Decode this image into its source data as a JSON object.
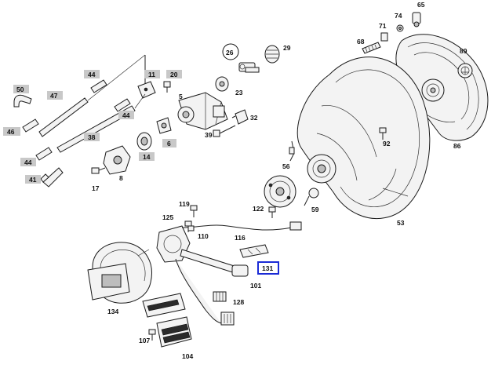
{
  "labels": {
    "l65": "65",
    "l74": "74",
    "l71": "71",
    "l68": "68",
    "l89": "89",
    "l86": "86",
    "l29": "29",
    "l26": "26",
    "l23": "23",
    "l20": "20",
    "l11": "11",
    "l44a": "44",
    "l50": "50",
    "l47": "47",
    "l46": "46",
    "l44b": "44",
    "l38": "38",
    "l5": "5",
    "l32": "32",
    "l39": "39",
    "l6": "6",
    "l14": "14",
    "l44c": "44",
    "l41": "41",
    "l17": "17",
    "l8": "8",
    "l92": "92",
    "l56": "56",
    "l59": "59",
    "l53": "53",
    "l119": "119",
    "l125": "125",
    "l110": "110",
    "l122": "122",
    "l116": "116",
    "l131": "131",
    "l101": "101",
    "l128": "128",
    "l134": "134",
    "l107": "107",
    "l104": "104"
  },
  "highlight": {
    "color": "#1b2bd6"
  }
}
